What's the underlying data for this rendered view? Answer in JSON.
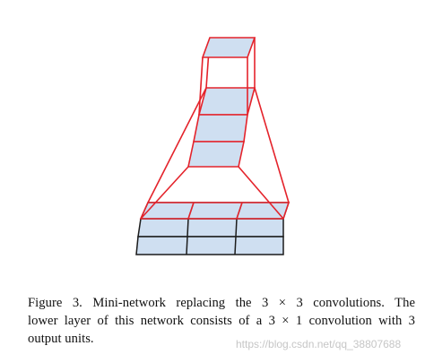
{
  "figure": {
    "colors": {
      "cell_fill": "#cfdff1",
      "red_stroke": "#e4232b",
      "dark_stroke": "#1c1c1c"
    },
    "description_icons": [
      "input-grid",
      "mini-network-layer",
      "output-unit"
    ]
  },
  "caption": {
    "line1": "Figure 3. Mini-network replacing the 3 × 3 convolutions.  The",
    "line2": "lower layer of this network consists of a 3 × 1 convolution with 3",
    "line3": "output units."
  },
  "watermark": {
    "text": "https://blog.csdn.net/qq_38807688"
  }
}
